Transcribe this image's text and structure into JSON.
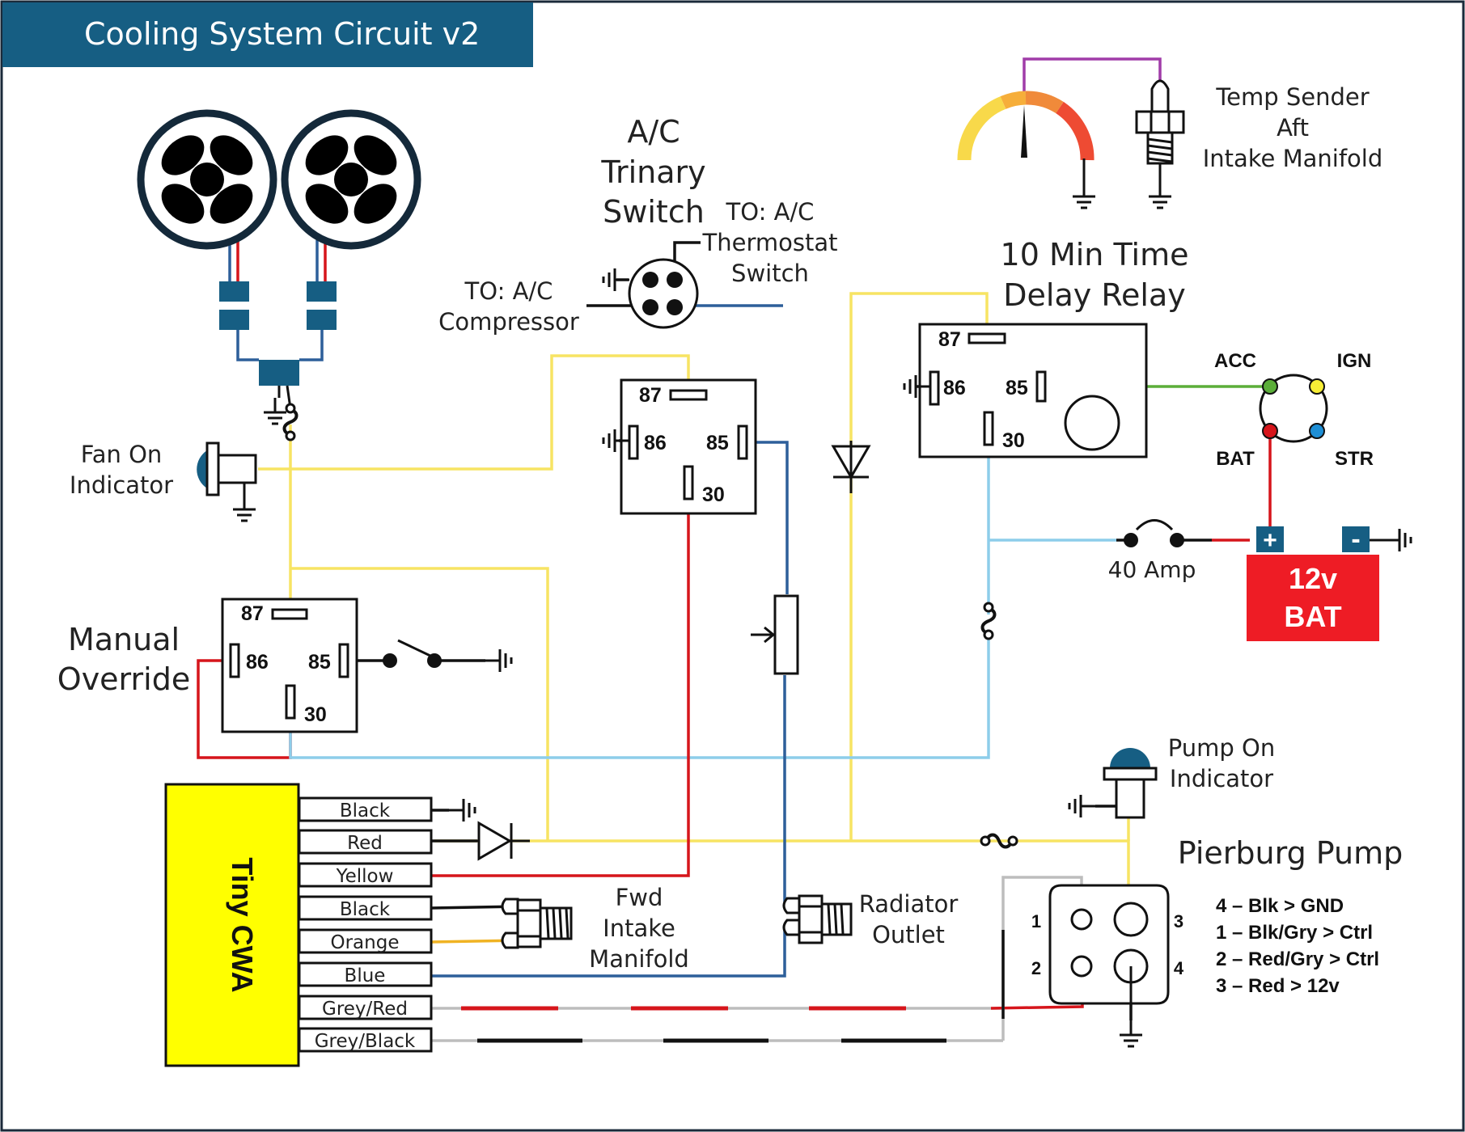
{
  "title": "Cooling System Circuit v2",
  "colors": {
    "title_bg": "#165E83",
    "frame": "#1a2a3a",
    "cwa_fill": "#FFFF00",
    "battery_fill": "#EE1C25",
    "connector": "#165E83",
    "wire_yellow": "#F7E463",
    "wire_red": "#D6151B",
    "wire_blue": "#2D5F9A",
    "wire_light_blue": "#8DCDEA",
    "wire_green": "#5BAE39"
  },
  "labels": {
    "ac_trinary": [
      "A/C",
      "Trinary",
      "Switch"
    ],
    "ac_thermostat": [
      "TO: A/C",
      "Thermostat",
      "Switch"
    ],
    "ac_compressor": [
      "TO: A/C",
      "Compressor"
    ],
    "temp_sender": [
      "Temp Sender",
      "Aft",
      "Intake Manifold"
    ],
    "delay_relay": [
      "10 Min Time",
      "Delay Relay"
    ],
    "fan_on": [
      "Fan On",
      "Indicator"
    ],
    "manual_override": [
      "Manual",
      "Override"
    ],
    "pump_on": [
      "Pump On",
      "Indicator"
    ],
    "pierburg": "Pierburg Pump",
    "fwd_intake": [
      "Fwd",
      "Intake",
      "Manifold"
    ],
    "radiator_outlet": [
      "Radiator",
      "Outlet"
    ],
    "fuse": "40 Amp"
  },
  "ignition": {
    "acc": "ACC",
    "ign": "IGN",
    "bat": "BAT",
    "str": "STR"
  },
  "battery": {
    "plus": "+",
    "minus": "-",
    "line1": "12v",
    "line2": "BAT"
  },
  "relays": {
    "pins": {
      "p87": "87",
      "p86": "86",
      "p85": "85",
      "p30": "30"
    }
  },
  "cwa": {
    "name": "Tiny CWA",
    "wires": [
      "Black",
      "Red",
      "Yellow",
      "Black",
      "Orange",
      "Blue",
      "Grey/Red",
      "Grey/Black"
    ]
  },
  "pump": {
    "pins": [
      "1",
      "2",
      "3",
      "4"
    ],
    "legend": [
      "4 – Blk > GND",
      "1 – Blk/Gry > Ctrl",
      "2 – Red/Gry > Ctrl",
      "3 – Red > 12v"
    ]
  }
}
